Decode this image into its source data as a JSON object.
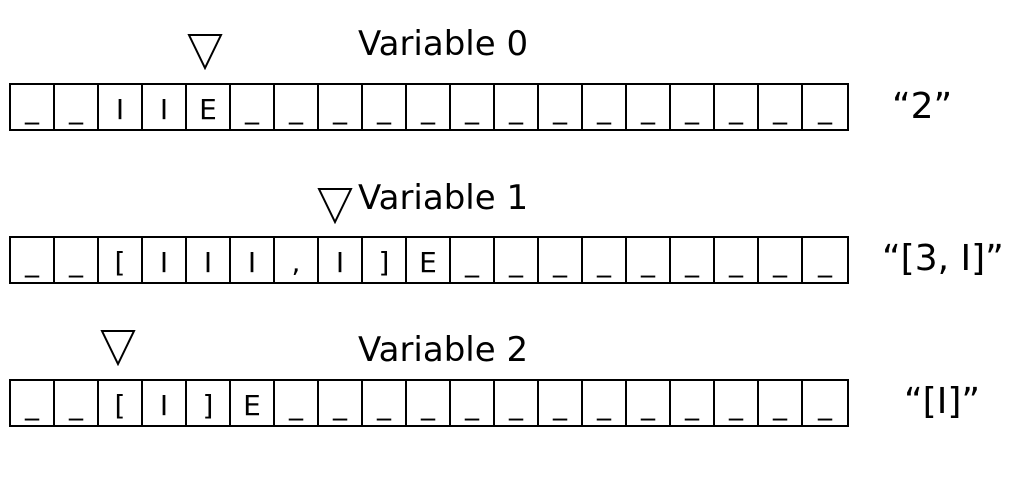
{
  "variables": [
    {
      "title": "Variable 0",
      "cells": [
        "_",
        "_",
        "I",
        "I",
        "E",
        "_",
        "_",
        "_",
        "_",
        "_",
        "_",
        "_",
        "_",
        "_",
        "_",
        "_",
        "_",
        "_",
        "_"
      ],
      "head_index": 4,
      "value": "“2”"
    },
    {
      "title": "Variable 1",
      "cells": [
        "_",
        "_",
        "[",
        "I",
        "I",
        "I",
        ",",
        "I",
        "]",
        "E",
        "_",
        "_",
        "_",
        "_",
        "_",
        "_",
        "_",
        "_",
        "_"
      ],
      "head_index": 7,
      "value": "“[3, I]”"
    },
    {
      "title": "Variable 2",
      "cells": [
        "_",
        "_",
        "[",
        "I",
        "]",
        "E",
        "_",
        "_",
        "_",
        "_",
        "_",
        "_",
        "_",
        "_",
        "_",
        "_",
        "_",
        "_",
        "_"
      ],
      "head_index": 2,
      "value": "“[I]”"
    }
  ],
  "head_icon": "down-triangle-outline-icon"
}
